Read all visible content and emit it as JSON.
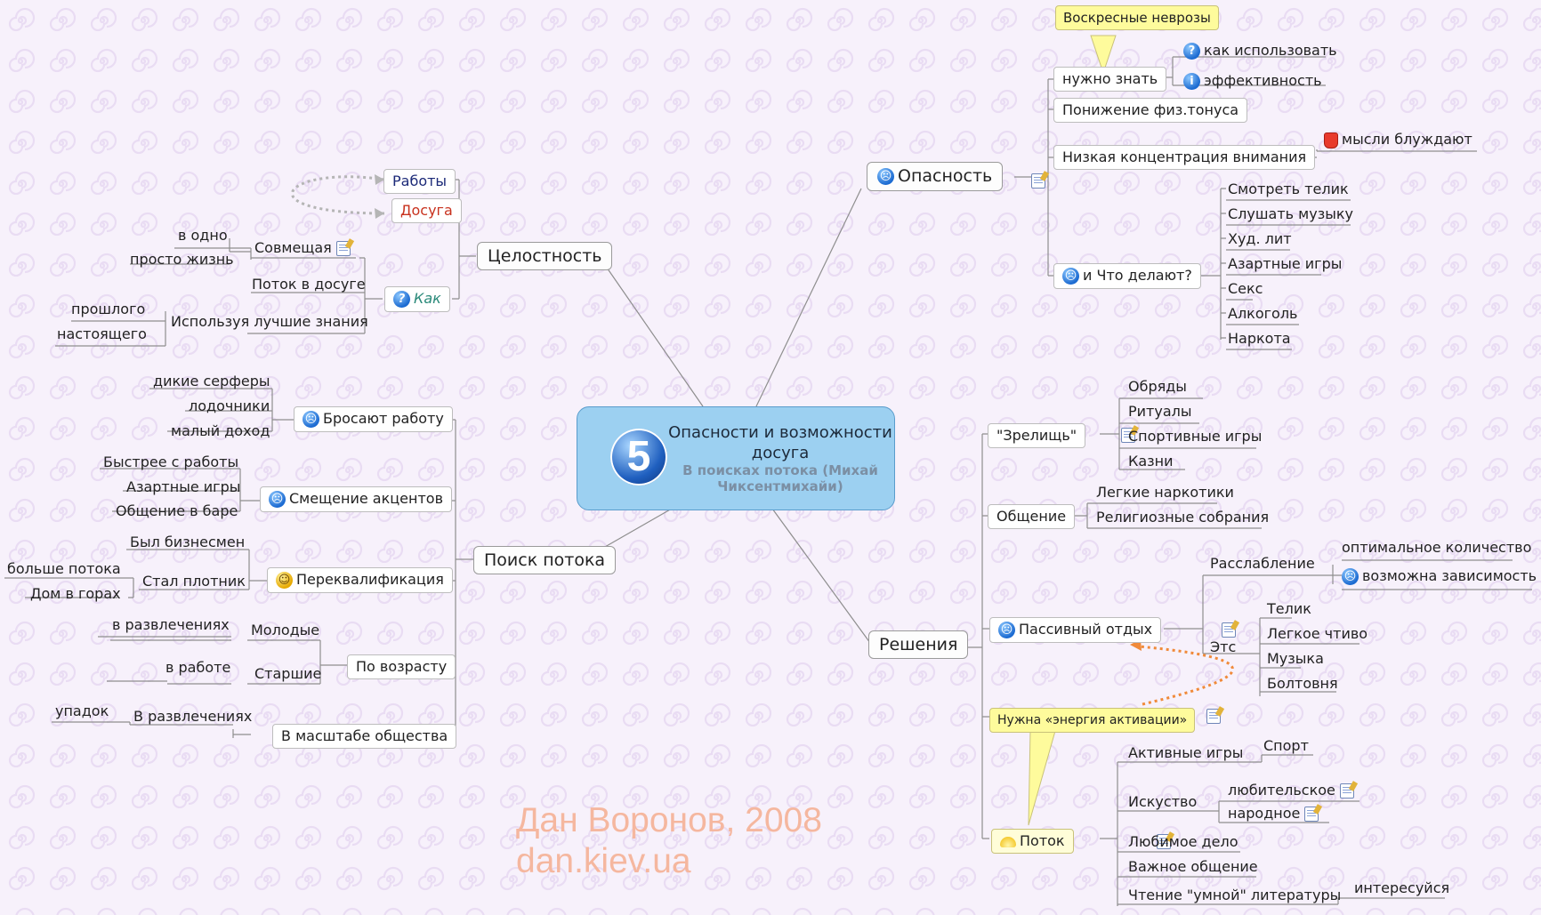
{
  "center": {
    "number": "5",
    "title": "Опасности и возможности досуга",
    "subtitle": "В поисках потока (Михай Чиксентмихайи)"
  },
  "watermark": {
    "line1": "Дан Воронов, 2008",
    "line2": "dan.kiev.ua"
  },
  "colors": {
    "center_fill": "#9cd0f1",
    "callout": "#fefb9c",
    "line": "#8e8e8e",
    "dotted_arrow_left": "#b5b5b5",
    "dotted_arrow_right": "#f08a3a",
    "raboty": "#1c2a78",
    "dosuga": "#c8321e",
    "kak": "#2b8a7a",
    "watermark": "#f5b79f"
  },
  "icons": {
    "question": "question-icon",
    "info": "info-icon",
    "sad": "sad-face-icon",
    "smile": "smile-face-icon",
    "note": "note-icon",
    "thumbs_down": "thumbs-down-icon",
    "lamp": "lamp-icon"
  },
  "nodes": {
    "t1": "Воскресные неврозы",
    "t2": "Нужна «энергия активации»",
    "m_opasnost": "Опасность",
    "m_celost": "Целостность",
    "m_poisk": "Поиск потока",
    "m_resheniya": "Решения",
    "nuzhno": "нужно знать",
    "kak_isp": "как использовать",
    "effekt": "эффективность",
    "ponizh": "Понижение физ.тонуса",
    "nizkaya": "Низкая концентрация внимания",
    "mysli": "мысли блуждают",
    "chto": "и Что делают?",
    "telik": "Смотреть телик",
    "muzyka": "Слушать музыку",
    "hud": "Худ. лит",
    "azart1": "Азартные игры",
    "seks": "Секс",
    "alko": "Алкоголь",
    "narko": "Наркота",
    "raboty": "Работы",
    "dosuga": "Досуга",
    "kak": "Как",
    "sovm": "Совмещая",
    "vodno": "в одно",
    "prosto": "просто жизнь",
    "potok_dos": "Поток в досуге",
    "ispol": "Используя лучшие знания",
    "proshl": "прошлого",
    "nast": "настоящего",
    "brosayut": "Бросают работу",
    "dikie": "дикие серферы",
    "lodoch": "лодочники",
    "maly": "малый доход",
    "smesch": "Смещение акцентов",
    "bystree": "Быстрее с работы",
    "azart2": "Азартные игры",
    "obsch_bar": "Общение в баре",
    "perekv": "Переквалификация",
    "byl": "Был бизнесмен",
    "stal": "Стал плотник",
    "bolshe": "больше потока",
    "dom": "Дом в горах",
    "vozrast": "По возрасту",
    "molod": "Молодые",
    "v_razv": "в развлечениях",
    "starsh": "Старшие",
    "v_rab": "в работе",
    "masht": "В масштабе общества",
    "v_razv2": "В развлечениях",
    "upadok": "упадок",
    "zrel": "\"Зрелищь\"",
    "obr": "Обряды",
    "rit": "Ритуалы",
    "sport_ig": "Спортивные игры",
    "kazni": "Казни",
    "obsch": "Общение",
    "legk_nark": "Легкие наркотики",
    "relig": "Религиозные собрания",
    "passiv": "Пассивный отдых",
    "rassl": "Расслабление",
    "optim": "оптимальное количество",
    "vozm": "возможна зависимость",
    "etc": "Этс",
    "telik2": "Телик",
    "legk_chtivo": "Легкое чтиво",
    "muz2": "Музыка",
    "boltov": "Болтовня",
    "potok": "Поток",
    "aktiv": "Активные игры",
    "sport": "Спорт",
    "iskus": "Искуство",
    "lubit": "любительское",
    "narod": "народное",
    "lubim": "Любимое дело",
    "vazhn": "Важное общение",
    "chten": "Чтение \"умной\" литературы",
    "interes": "интересуйся"
  }
}
